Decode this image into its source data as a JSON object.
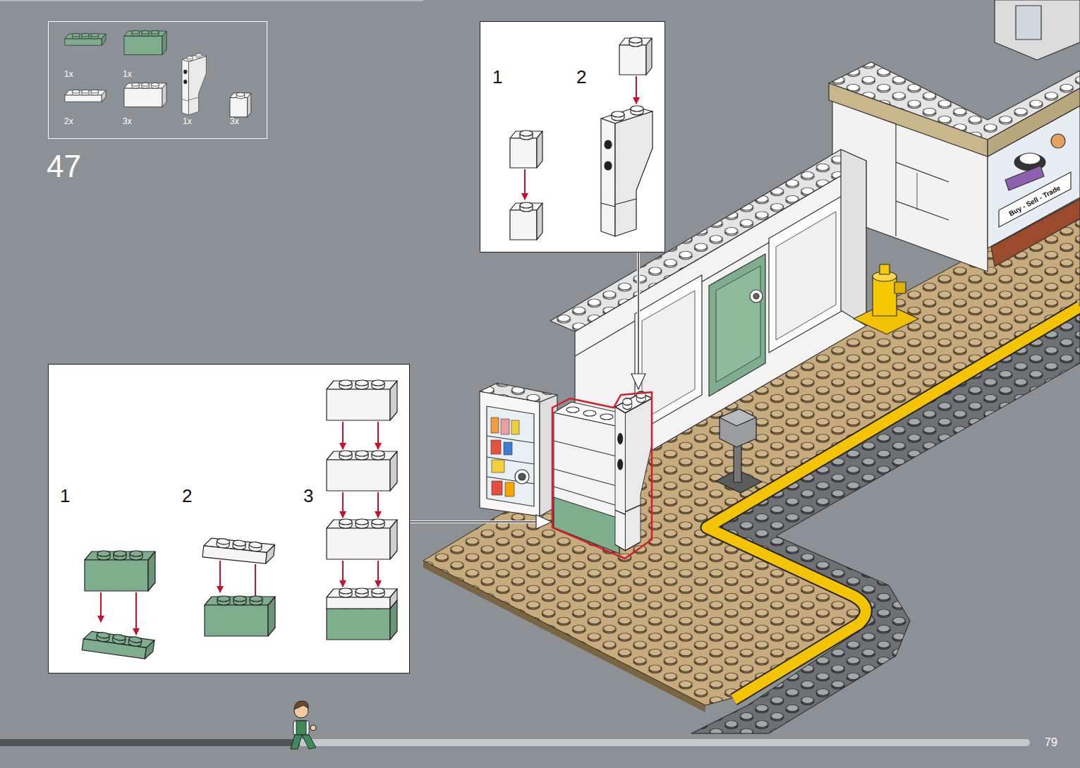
{
  "diagram": {
    "nodes": [
      {
        "text": [
          "1x",
          "1x",
          "2x",
          "3x",
          "1x",
          "3x"
        ]
      },
      {
        "text": [
          "1",
          "2"
        ]
      },
      {
        "text": [
          "1",
          "2",
          "3"
        ]
      }
    ],
    "labels": [
      "47",
      "Buy - Sell - Trade",
      "79"
    ]
  }
}
